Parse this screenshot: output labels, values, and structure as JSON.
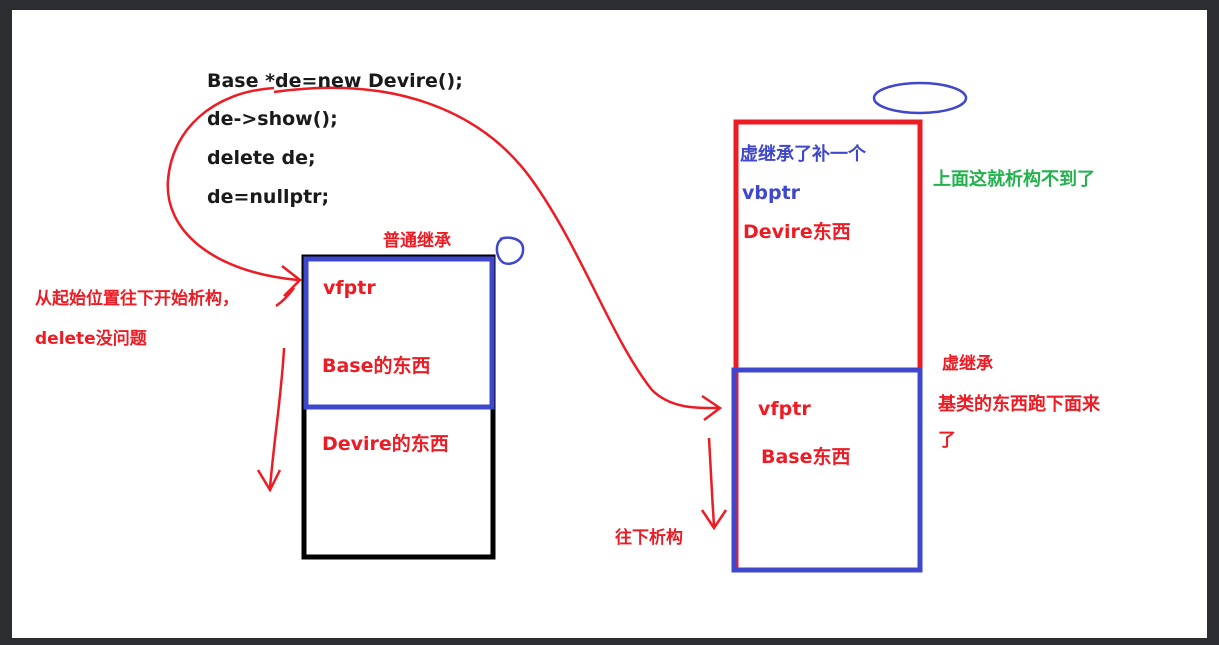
{
  "code": {
    "line1": "Base *de=new Devire();",
    "line2": "de->show();",
    "line3": "delete de;",
    "line4": "de=nullptr;"
  },
  "left": {
    "heading": "普通继承",
    "note_line1": "从起始位置往下开始析构，",
    "note_line2": "delete没问题",
    "base_block": {
      "vfptr": "vfptr",
      "label": "Base的东西"
    },
    "derived_block": {
      "label": "Devire的东西"
    }
  },
  "right": {
    "top_block": {
      "line1": "虚继承了补一个",
      "line2": "vbptr",
      "line3": "Devire东西"
    },
    "top_note": "上面这就析构不到了",
    "side_note": {
      "line1": "虚继承",
      "line2": "基类的东西跑下面来",
      "line3": "了"
    },
    "base_block": {
      "vfptr": "vfptr",
      "label": "Base东西"
    },
    "down_note": "往下析构"
  },
  "colors": {
    "red": "#ed1c24",
    "blue": "#3f48cc",
    "black": "#000000",
    "green": "#22b14c",
    "frame": "#2b2d30"
  }
}
